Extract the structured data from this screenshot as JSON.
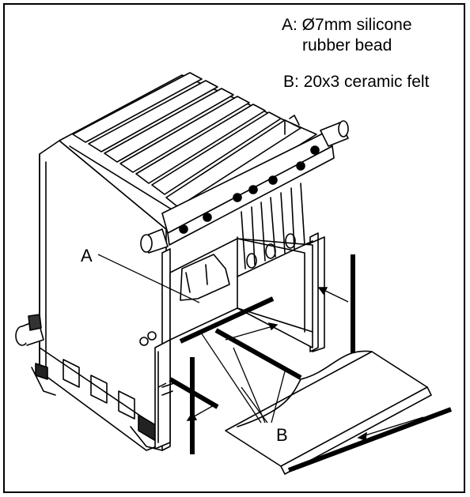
{
  "legend": {
    "item_a_line1": "A: Ø7mm silicone",
    "item_a_line2": "rubber bead",
    "item_b": "B: 20x3 ceramic felt"
  },
  "callouts": {
    "a": "A",
    "b": "B"
  },
  "colors": {
    "ink": "#000000",
    "paper": "#ffffff"
  }
}
